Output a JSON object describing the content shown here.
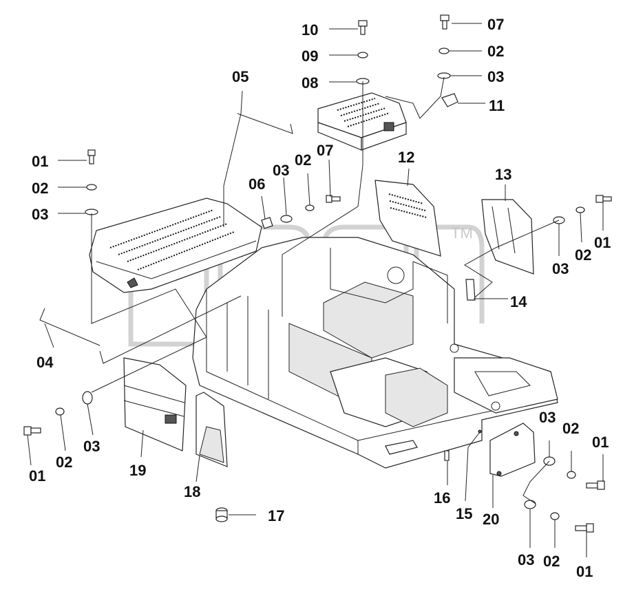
{
  "diagram": {
    "watermark_tm": "TM",
    "callouts": [
      {
        "id": "c10",
        "text": "10"
      },
      {
        "id": "c09",
        "text": "09"
      },
      {
        "id": "c08",
        "text": "08"
      },
      {
        "id": "c07a",
        "text": "07"
      },
      {
        "id": "c02a",
        "text": "02"
      },
      {
        "id": "c03a",
        "text": "03"
      },
      {
        "id": "c11",
        "text": "11"
      },
      {
        "id": "c05",
        "text": "05"
      },
      {
        "id": "c01a",
        "text": "01"
      },
      {
        "id": "c02b",
        "text": "02"
      },
      {
        "id": "c03b",
        "text": "03"
      },
      {
        "id": "c06",
        "text": "06"
      },
      {
        "id": "c03c",
        "text": "03"
      },
      {
        "id": "c02c",
        "text": "02"
      },
      {
        "id": "c07b",
        "text": "07"
      },
      {
        "id": "c12",
        "text": "12"
      },
      {
        "id": "c13",
        "text": "13"
      },
      {
        "id": "c03d",
        "text": "03"
      },
      {
        "id": "c02d",
        "text": "02"
      },
      {
        "id": "c01b",
        "text": "01"
      },
      {
        "id": "c14",
        "text": "14"
      },
      {
        "id": "c04",
        "text": "04"
      },
      {
        "id": "c01c",
        "text": "01"
      },
      {
        "id": "c02e",
        "text": "02"
      },
      {
        "id": "c03e",
        "text": "03"
      },
      {
        "id": "c19",
        "text": "19"
      },
      {
        "id": "c18",
        "text": "18"
      },
      {
        "id": "c17",
        "text": "17"
      },
      {
        "id": "c16",
        "text": "16"
      },
      {
        "id": "c15",
        "text": "15"
      },
      {
        "id": "c20",
        "text": "20"
      },
      {
        "id": "c03f",
        "text": "03"
      },
      {
        "id": "c02f",
        "text": "02"
      },
      {
        "id": "c01d",
        "text": "01"
      },
      {
        "id": "c03g",
        "text": "03"
      },
      {
        "id": "c02g",
        "text": "02"
      },
      {
        "id": "c01e",
        "text": "01"
      }
    ]
  }
}
